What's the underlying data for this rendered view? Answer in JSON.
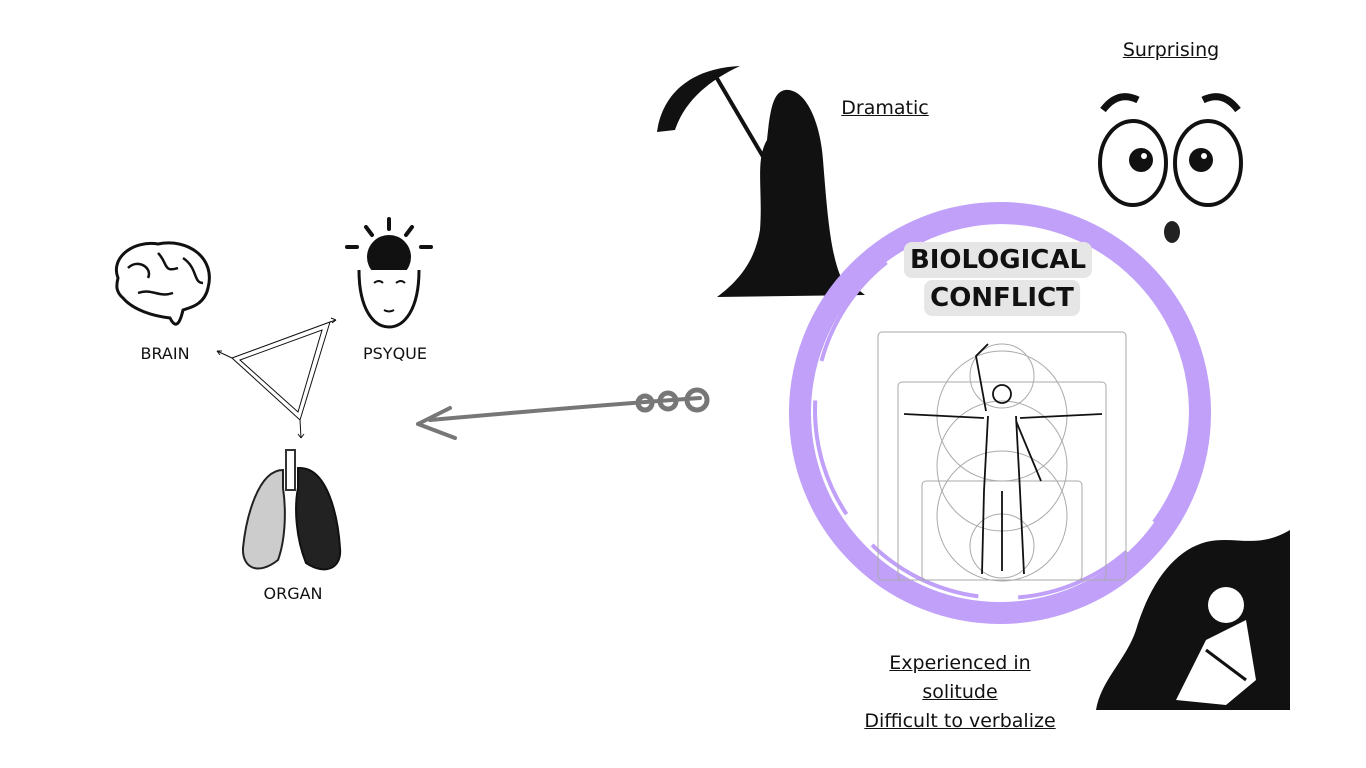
{
  "diagram": {
    "nodes": [
      {
        "label": "BRAIN",
        "icon": "brain-icon"
      },
      {
        "label": "PSYQUE",
        "icon": "head-idea-icon"
      },
      {
        "label": "ORGAN",
        "icon": "lungs-icon"
      }
    ],
    "center": {
      "title_line1": "BIOLOGICAL",
      "title_line2": "CONFLICT",
      "ring_color": "#c0a0f8"
    },
    "qualities": {
      "dramatic": "Dramatic",
      "surprising": "Surprising",
      "solitude_line1": "Experienced in",
      "solitude_line2": "solitude",
      "verbalize": "Difficult to verbalize"
    }
  }
}
